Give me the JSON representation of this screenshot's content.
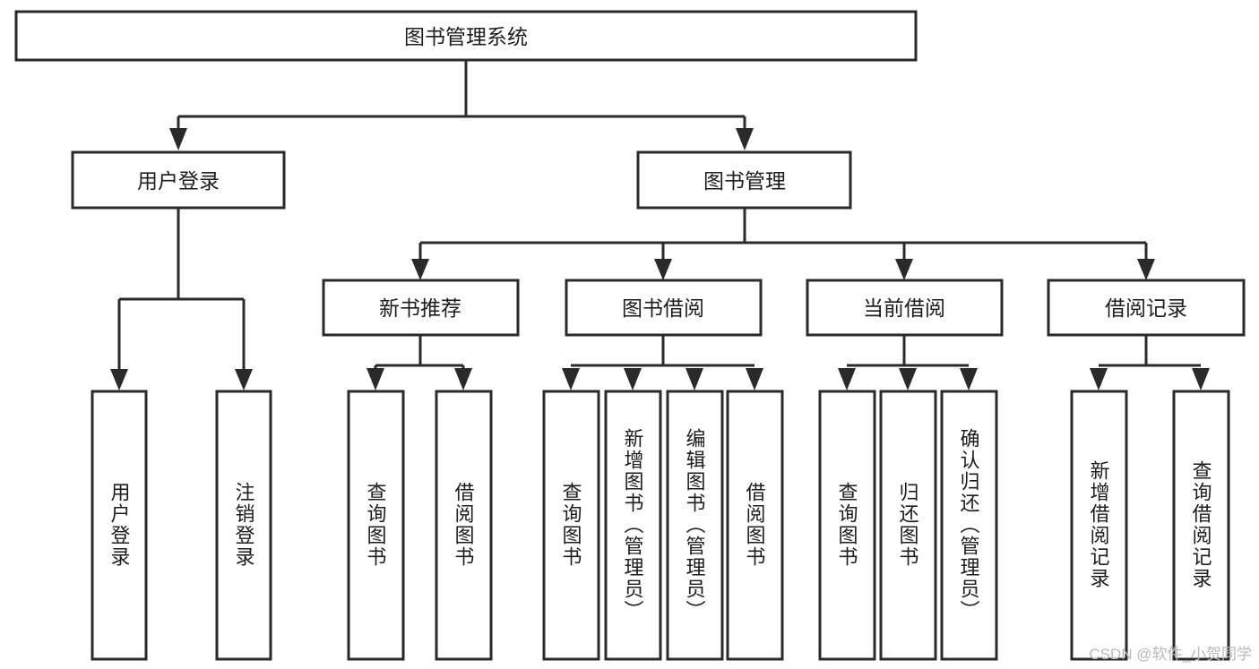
{
  "diagram": {
    "type": "tree-hierarchy",
    "title": "图书管理系统",
    "orientation": "top-down",
    "colors": {
      "box_stroke": "#2a2a2a",
      "box_fill": "#ffffff",
      "text": "#1d1d1d",
      "background": "#ffffff",
      "watermark": "#b9b9b9"
    },
    "levels": {
      "root": {
        "label": "图书管理系统"
      },
      "level2": [
        {
          "label": "用户登录"
        },
        {
          "label": "图书管理"
        }
      ],
      "level3": [
        {
          "label": "新书推荐"
        },
        {
          "label": "图书借阅"
        },
        {
          "label": "当前借阅"
        },
        {
          "label": "借阅记录"
        }
      ],
      "leaves": {
        "user_login": [
          {
            "label": "用户登录"
          },
          {
            "label": "注销登录"
          }
        ],
        "new_book_recommend": [
          {
            "label": "查询图书"
          },
          {
            "label": "借阅图书"
          }
        ],
        "book_borrow": [
          {
            "label": "查询图书"
          },
          {
            "label": "新增图书（管理员）"
          },
          {
            "label": "编辑图书（管理员）"
          },
          {
            "label": "借阅图书"
          }
        ],
        "current_borrow": [
          {
            "label": "查询图书"
          },
          {
            "label": "归还图书"
          },
          {
            "label": "确认归还（管理员）"
          }
        ],
        "borrow_record": [
          {
            "label": "新增借阅记录"
          },
          {
            "label": "查询借阅记录"
          }
        ]
      }
    }
  },
  "watermark": {
    "text": "CSDN @软件_小贺同学"
  }
}
